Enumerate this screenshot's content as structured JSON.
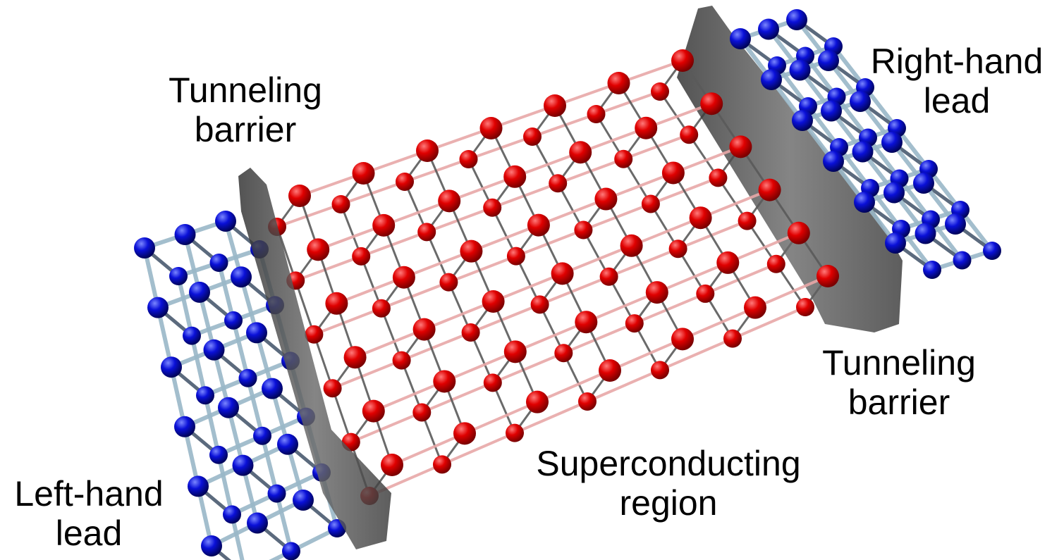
{
  "labels": {
    "tunneling_barrier_left": {
      "line1": "Tunneling",
      "line2": "barrier"
    },
    "right_lead": {
      "line1": "Right-hand",
      "line2": "lead"
    },
    "tunneling_barrier_right": {
      "line1": "Tunneling",
      "line2": "barrier"
    },
    "superconducting_region": {
      "line1": "Superconducting",
      "line2": "region"
    },
    "left_lead": {
      "line1": "Left-hand",
      "line2": "lead"
    }
  },
  "lattice": {
    "superconducting_columns": 7,
    "superconducting_rows": 6,
    "layers": 2,
    "lead_columns": 3,
    "lead_rows": 6
  },
  "colors": {
    "superconducting_site": "#e00000",
    "superconducting_bond": "#e8a8a8",
    "lead_site": "#0a10d8",
    "lead_bond": "#9ab8c8",
    "barrier": "#4a4a4a",
    "text": "#000000"
  }
}
